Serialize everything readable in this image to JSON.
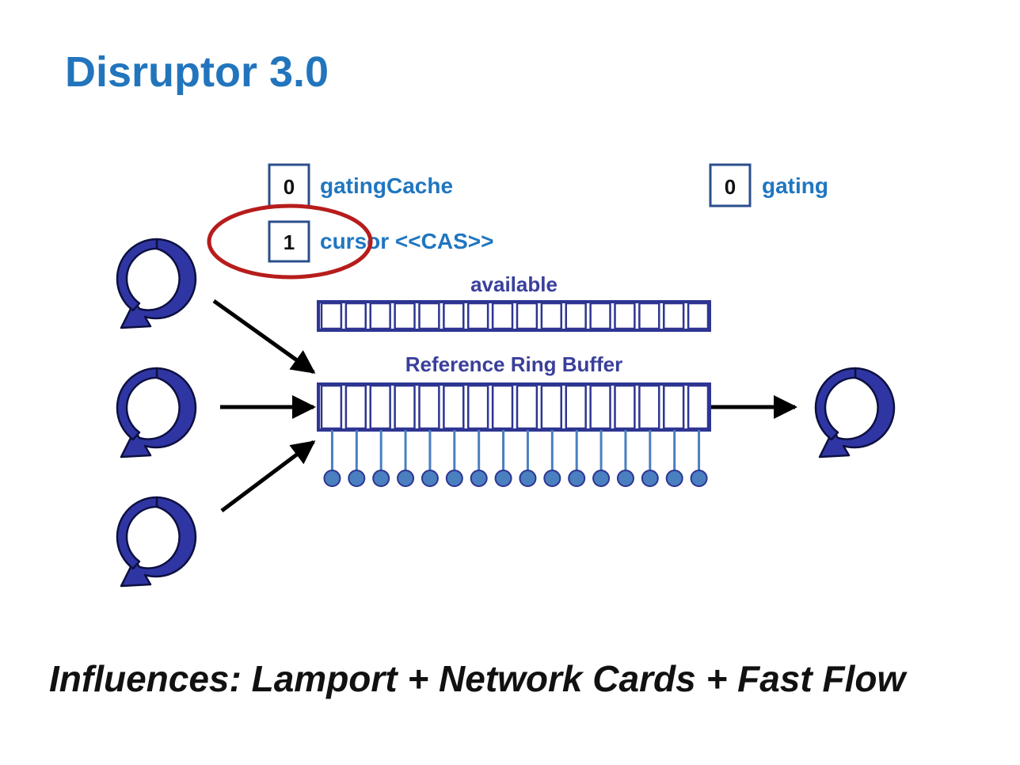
{
  "title": "Disruptor 3.0",
  "footer": "Influences: Lamport + Network Cards + Fast Flow",
  "colors": {
    "title": "#2275bd",
    "box_border": "#2b4f8c",
    "label_blue": "#1f76c0",
    "buffer_label": "#3a3f9a",
    "buffer_border": "#2e3592",
    "cycle_fill": "#2f36a3",
    "highlight_ring": "#b71c1c",
    "pin": "#4a7fc0"
  },
  "counters": {
    "gating_cache": {
      "value": "0",
      "label": "gatingCache"
    },
    "cursor": {
      "value": "1",
      "label": "cursor <<CAS>>"
    },
    "gating": {
      "value": "0",
      "label": "gating"
    }
  },
  "available": {
    "label": "available",
    "slots": 16
  },
  "ring_buffer": {
    "label": "Reference Ring Buffer",
    "slots": 16
  },
  "producers": [
    {
      "icon": "cycle-arrow-icon"
    },
    {
      "icon": "cycle-arrow-icon"
    },
    {
      "icon": "cycle-arrow-icon"
    }
  ],
  "consumer": {
    "icon": "cycle-arrow-icon"
  }
}
